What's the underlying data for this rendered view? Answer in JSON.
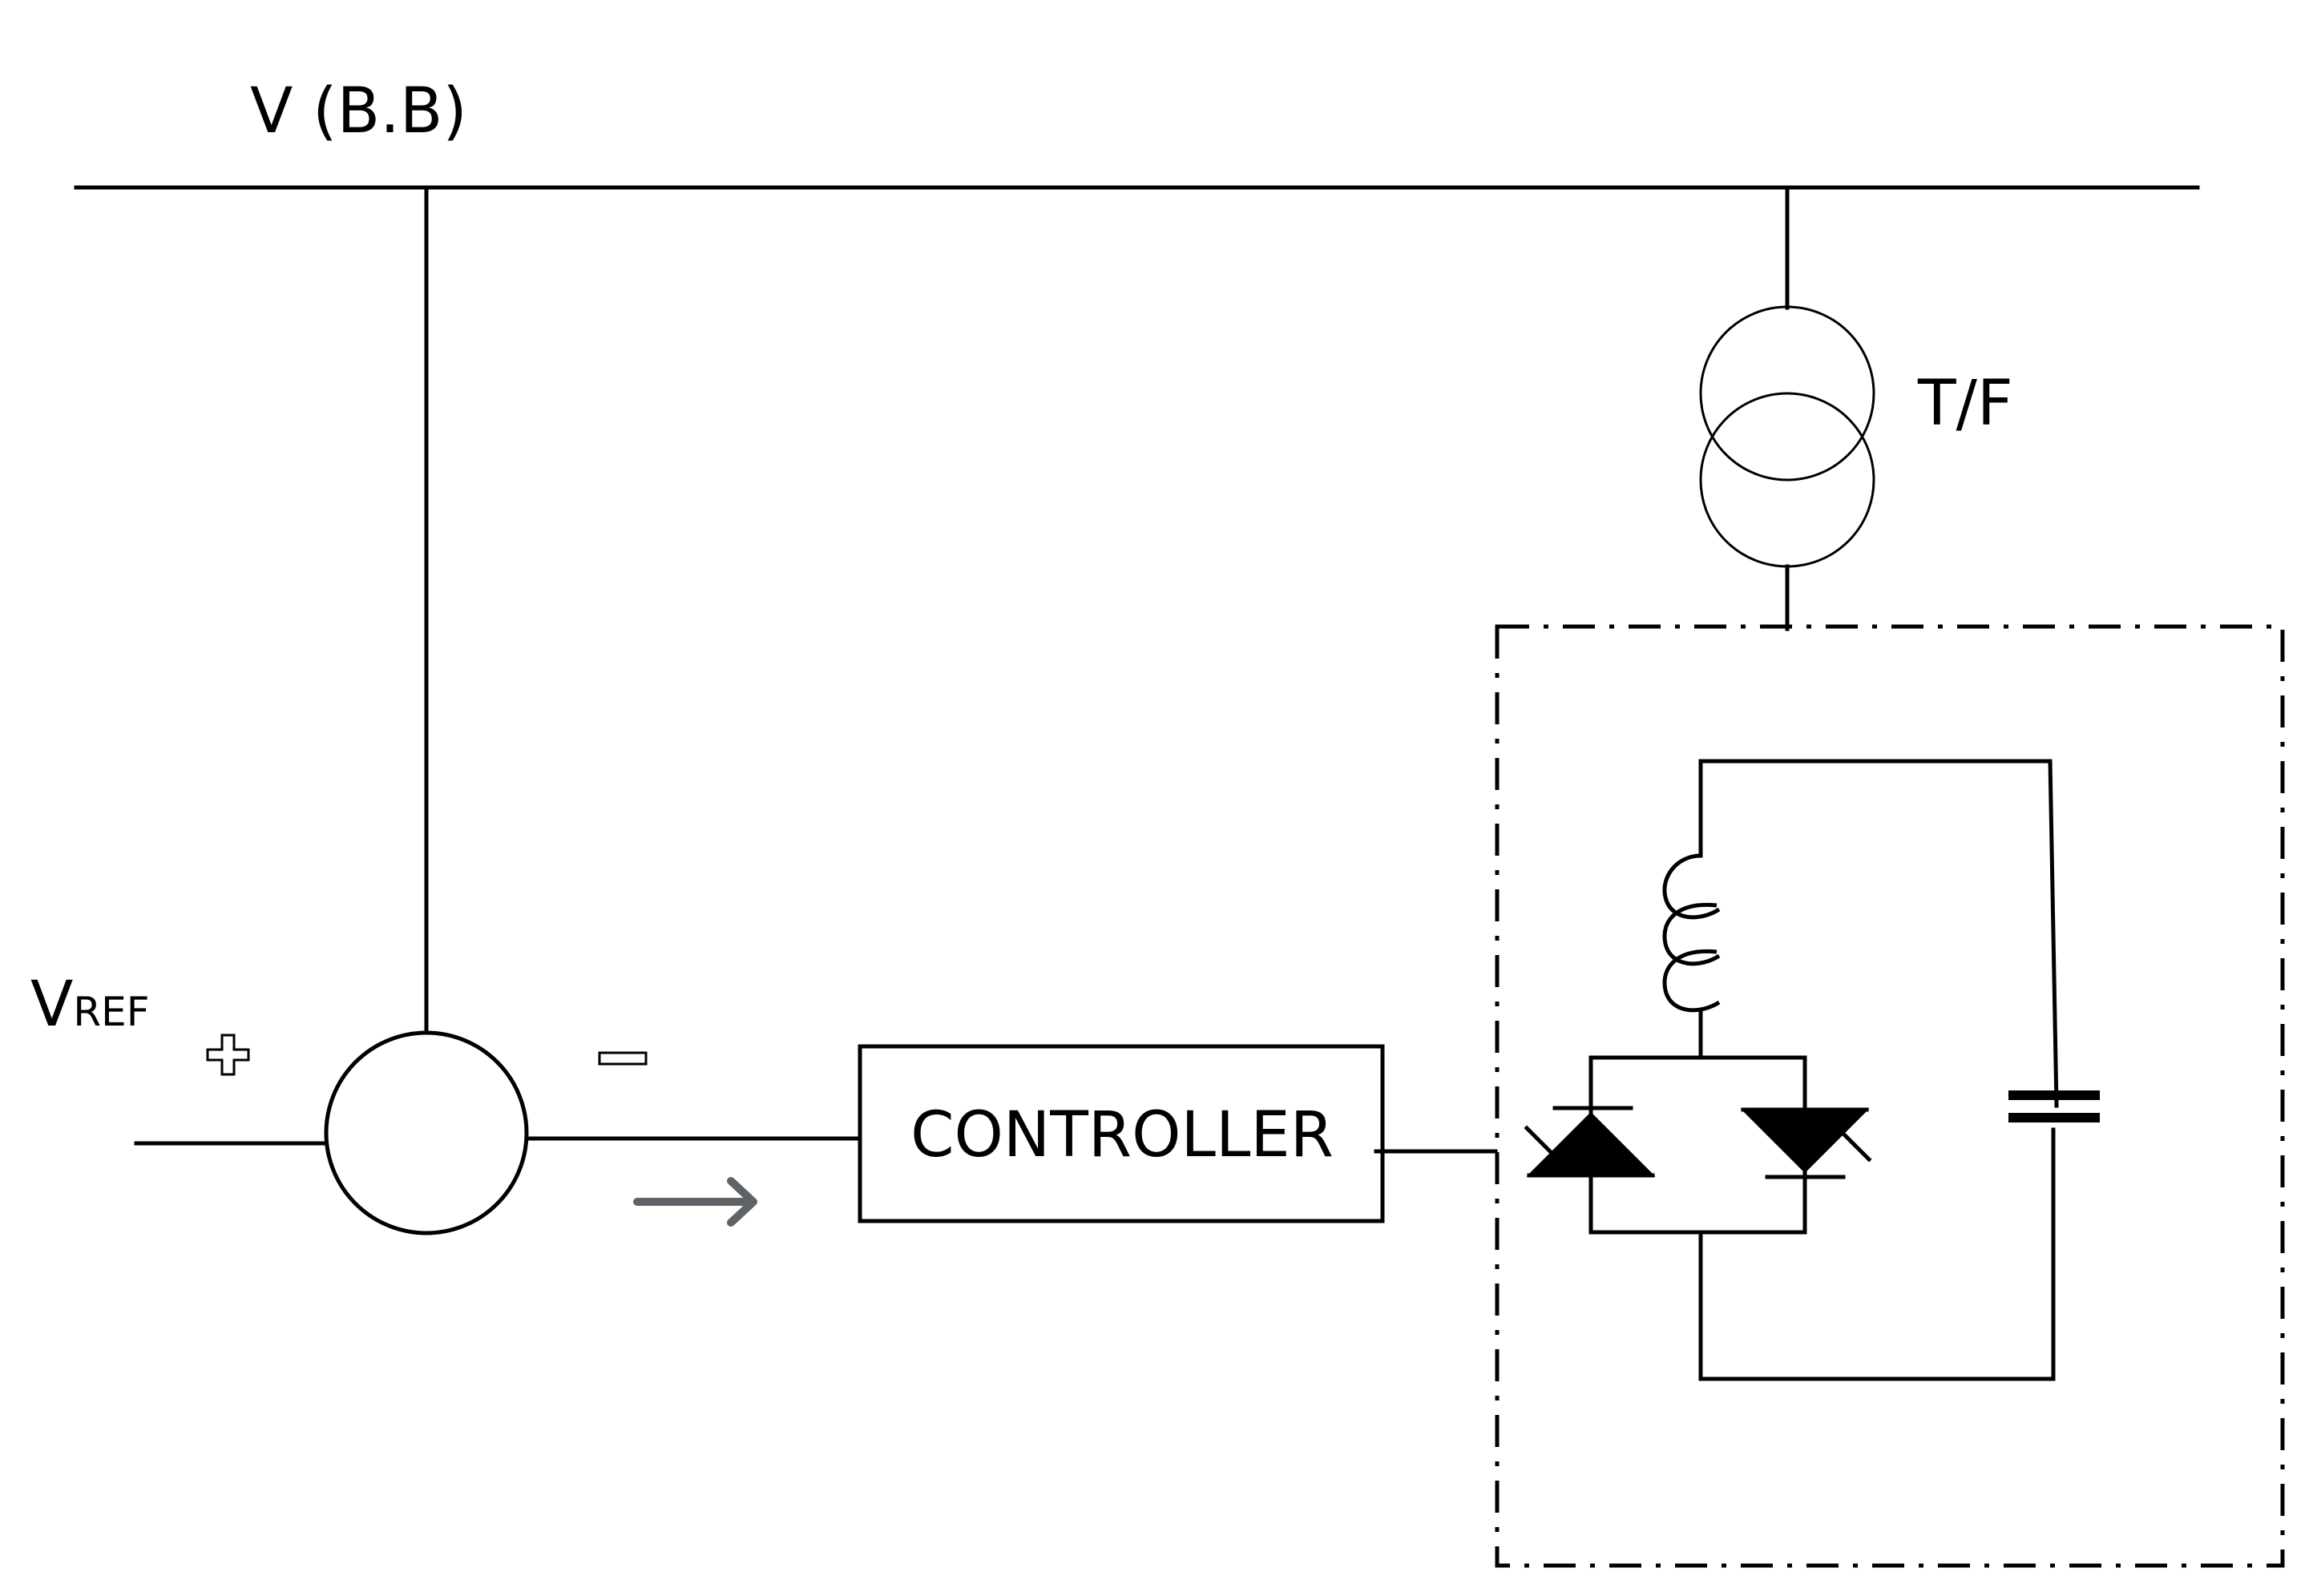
{
  "labels": {
    "bus": "V (B.B)",
    "transformer": "T/F",
    "vref_main": "V",
    "vref_sub": "REF",
    "plus": "+",
    "minus": "−",
    "controller": "CONTROLLER"
  },
  "colors": {
    "line": "#000000",
    "arrow": "#5f6368",
    "background": "#ffffff"
  },
  "icons": [
    "transformer-icon",
    "inductor-icon",
    "thyristor-icon",
    "capacitor-icon",
    "flow-arrow-icon"
  ]
}
